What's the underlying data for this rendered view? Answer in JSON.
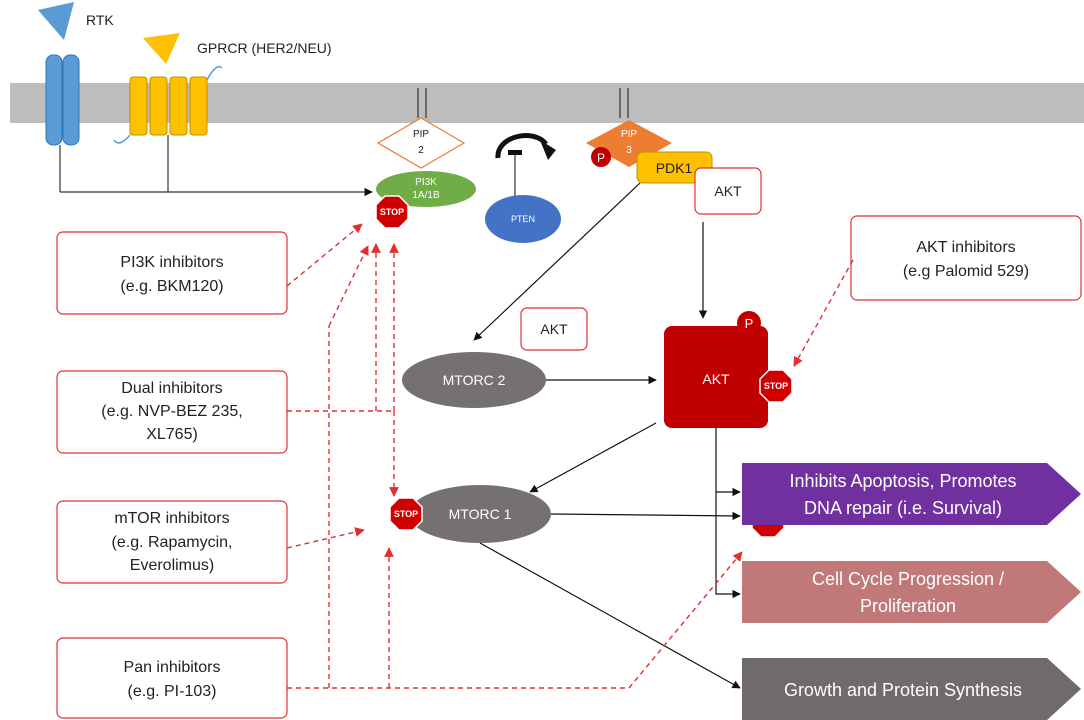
{
  "receptors": {
    "rtk_label": "RTK",
    "gpcr_label": "GPRCR (HER2/NEU)"
  },
  "nodes": {
    "pip2_line1": "PIP",
    "pip2_line2": "2",
    "pip3_line1": "PIP",
    "pip3_line2": "3",
    "pi3k_line1": "PI3K",
    "pi3k_line2": "1A/1B",
    "pten": "PTEN",
    "pdk1": "PDK1",
    "akt_top": "AKT",
    "akt_mid": "AKT",
    "akt_main": "AKT",
    "mtorc2": "MTORC 2",
    "mtorc1": "MTORC 1",
    "phospho_p": "P"
  },
  "inhibitors": {
    "pi3k": [
      "PI3K inhibitors",
      "(e.g. BKM120)"
    ],
    "dual": [
      "Dual inhibitors",
      "(e.g. NVP-BEZ 235,",
      "XL765)"
    ],
    "mtor": [
      "mTOR inhibitors",
      "(e.g. Rapamycin,",
      "Everolimus)"
    ],
    "pan": [
      "Pan inhibitors",
      "(e.g. PI-103)"
    ],
    "akt": [
      "AKT inhibitors",
      "(e.g Palomid 529)"
    ]
  },
  "outcomes": {
    "survival": [
      "Inhibits Apoptosis, Promotes",
      "DNA repair (i.e. Survival)"
    ],
    "proliferation": [
      "Cell Cycle Progression /",
      "Proliferation"
    ],
    "growth": [
      "Growth and Protein Synthesis"
    ]
  },
  "stop_label": "STOP",
  "colors": {
    "membrane": "#bdbdbd",
    "rtk": "#5b9bd5",
    "gpcr": "#ffc000",
    "pi3k": "#70ad47",
    "pten": "#4472c4",
    "pip3": "#ed7d31",
    "pdk1": "#ffc000",
    "akt_main": "#c00000",
    "mtorc": "#767171",
    "inhibitor_border": "#e03030",
    "survival": "#7030a0",
    "proliferation": "#c07878",
    "growth": "#6e6b6a",
    "stop": "#d00000"
  }
}
